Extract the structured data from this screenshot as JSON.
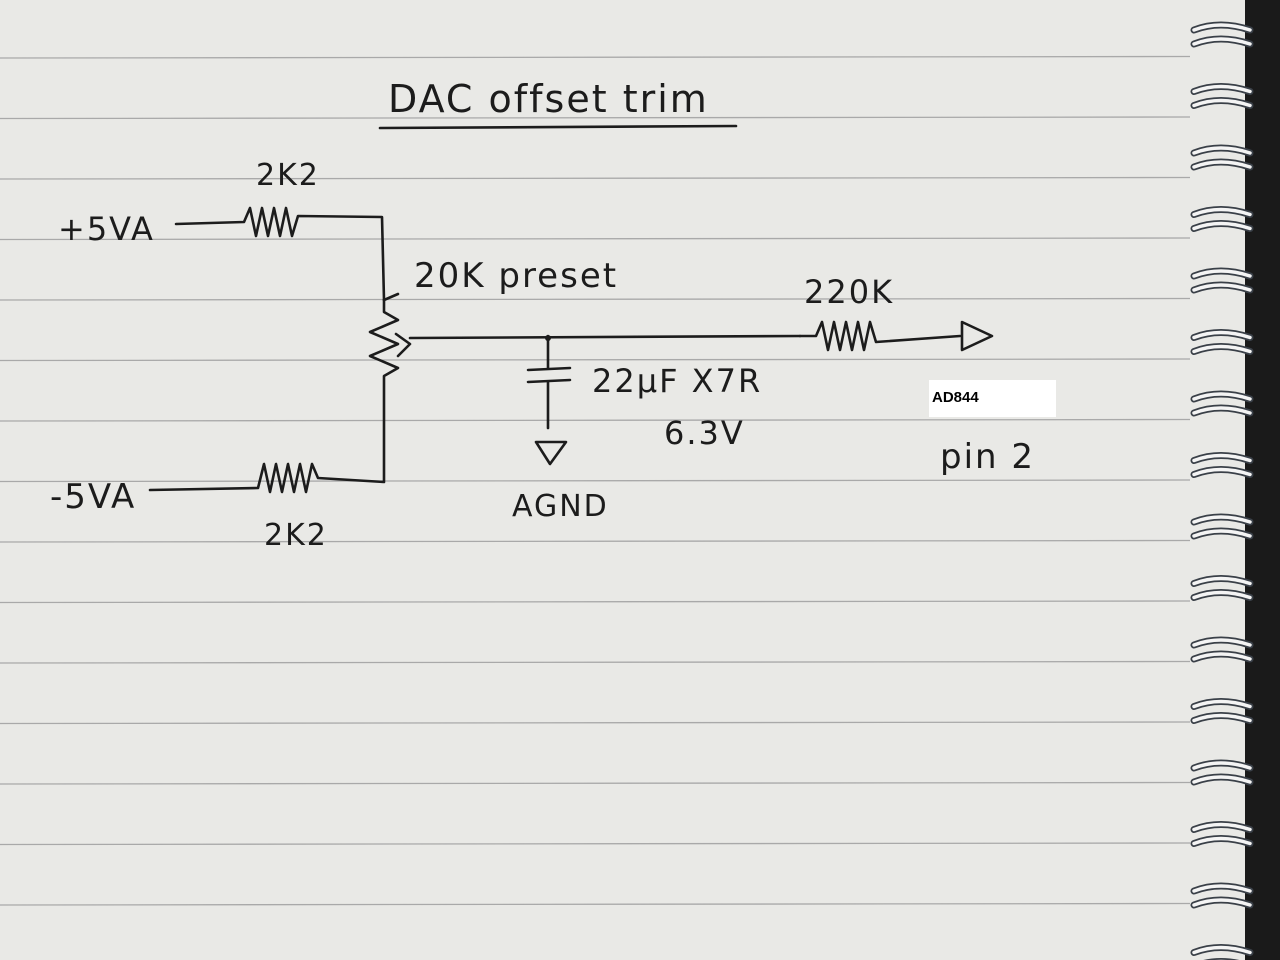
{
  "title": "DAC offset trim",
  "labels": {
    "plus_supply": "+5VA",
    "minus_supply": "-5VA",
    "r_top": "2K2",
    "r_bottom": "2K2",
    "preset": "20K preset",
    "r_out": "220K",
    "cap_value": "22μF X7R",
    "cap_voltage": "6.3V",
    "ground": "AGND",
    "chip": "AD844",
    "pin": "pin 2"
  },
  "colors": {
    "paper": "#e9e9e6",
    "ink": "#1c1c1c",
    "rule": "#a9a9a9",
    "binding": "#1a1a1a"
  }
}
